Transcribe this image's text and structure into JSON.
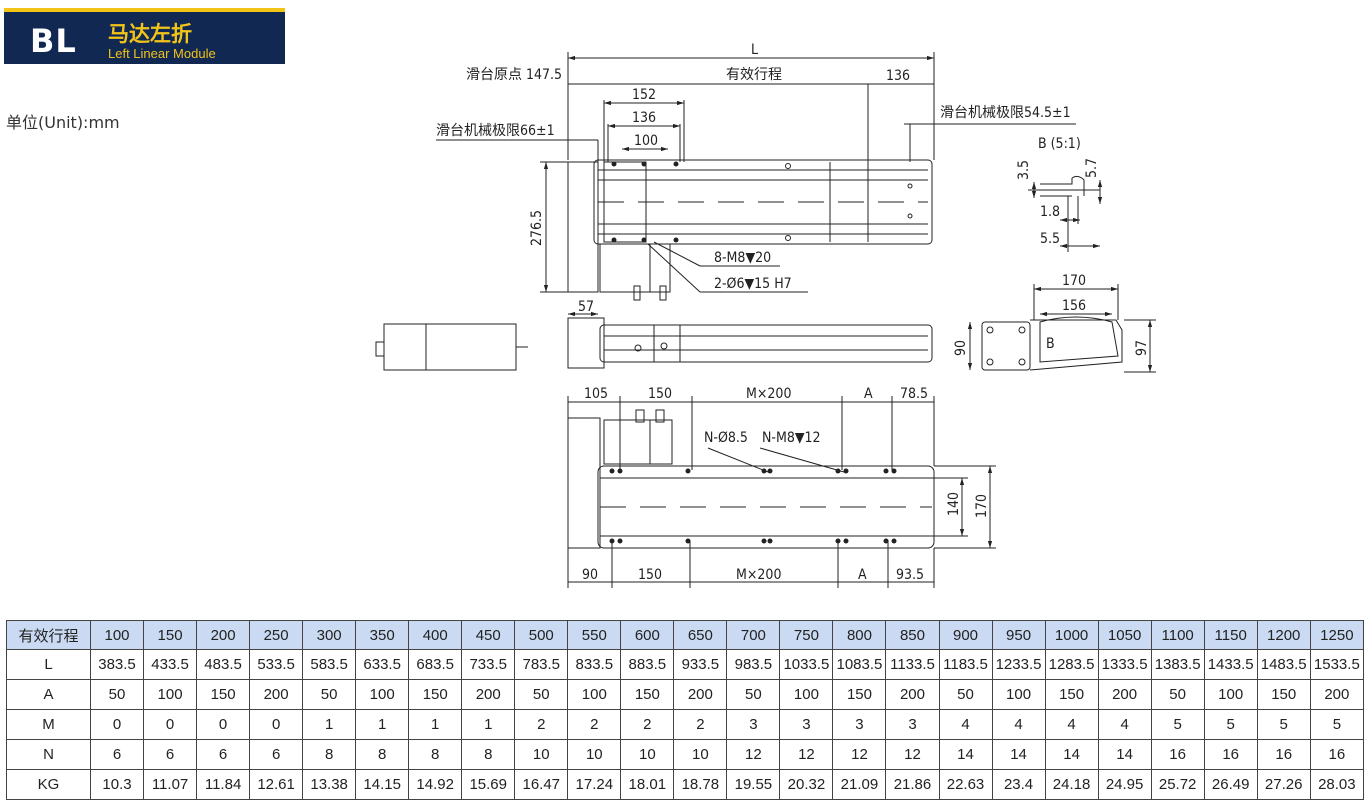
{
  "header": {
    "code": "BL",
    "title_cn": "马达左折",
    "title_en": "Left Linear Module"
  },
  "unit_label": "单位(Unit):mm",
  "drawing": {
    "top_view": {
      "L": "L",
      "origin": "滑台原点 147.5",
      "stroke": "有效行程",
      "d136_right": "136",
      "d152": "152",
      "d136": "136",
      "d100": "100",
      "limit_left": "滑台机械极限66±1",
      "limit_right": "滑台机械极限54.5±1",
      "height": "276.5",
      "hole_a": "8-M8▼20",
      "hole_b": "2-Ø6▼15  H7",
      "d57": "57"
    },
    "detail": {
      "title": "B (5:1)",
      "d35": "3.5",
      "d57": "5.7",
      "d18": "1.8",
      "d55": "5.5"
    },
    "end_view": {
      "d170": "170",
      "d156": "156",
      "d90": "90",
      "d97": "97",
      "b": "B"
    },
    "bottom_view": {
      "d105": "105",
      "d150": "150",
      "m200": "M×200",
      "a": "A",
      "d785": "78.5",
      "n_hole": "N-Ø8.5",
      "n_thread": "N-M8▼12",
      "d140": "140",
      "d170": "170",
      "b90": "90",
      "b150": "150",
      "bm200": "M×200",
      "ba": "A",
      "b935": "93.5"
    }
  },
  "table": {
    "header_label": "有效行程",
    "strokes": [
      "100",
      "150",
      "200",
      "250",
      "300",
      "350",
      "400",
      "450",
      "500",
      "550",
      "600",
      "650",
      "700",
      "750",
      "800",
      "850",
      "900",
      "950",
      "1000",
      "1050",
      "1100",
      "1150",
      "1200",
      "1250"
    ],
    "rows": [
      {
        "label": "L",
        "values": [
          "383.5",
          "433.5",
          "483.5",
          "533.5",
          "583.5",
          "633.5",
          "683.5",
          "733.5",
          "783.5",
          "833.5",
          "883.5",
          "933.5",
          "983.5",
          "1033.5",
          "1083.5",
          "1133.5",
          "1183.5",
          "1233.5",
          "1283.5",
          "1333.5",
          "1383.5",
          "1433.5",
          "1483.5",
          "1533.5"
        ]
      },
      {
        "label": "A",
        "values": [
          "50",
          "100",
          "150",
          "200",
          "50",
          "100",
          "150",
          "200",
          "50",
          "100",
          "150",
          "200",
          "50",
          "100",
          "150",
          "200",
          "50",
          "100",
          "150",
          "200",
          "50",
          "100",
          "150",
          "200"
        ]
      },
      {
        "label": "M",
        "values": [
          "0",
          "0",
          "0",
          "0",
          "1",
          "1",
          "1",
          "1",
          "2",
          "2",
          "2",
          "2",
          "3",
          "3",
          "3",
          "3",
          "4",
          "4",
          "4",
          "4",
          "5",
          "5",
          "5",
          "5"
        ]
      },
      {
        "label": "N",
        "values": [
          "6",
          "6",
          "6",
          "6",
          "8",
          "8",
          "8",
          "8",
          "10",
          "10",
          "10",
          "10",
          "12",
          "12",
          "12",
          "12",
          "14",
          "14",
          "14",
          "14",
          "16",
          "16",
          "16",
          "16"
        ]
      },
      {
        "label": "KG",
        "values": [
          "10.3",
          "11.07",
          "11.84",
          "12.61",
          "13.38",
          "14.15",
          "14.92",
          "15.69",
          "16.47",
          "17.24",
          "18.01",
          "18.78",
          "19.55",
          "20.32",
          "21.09",
          "21.86",
          "22.63",
          "23.4",
          "24.18",
          "24.95",
          "25.72",
          "26.49",
          "27.26",
          "28.03"
        ]
      }
    ]
  }
}
